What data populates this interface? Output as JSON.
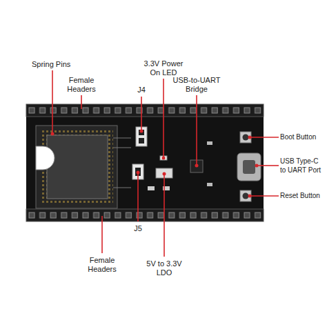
{
  "diagram": {
    "labels": [
      "Spring Pins",
      "Female Headers",
      "J4",
      "3.3V Power On LED",
      "USB-to-UART Bridge",
      "Boot Button",
      "USB Type-C to UART Port",
      "Reset Button",
      "J5",
      "Female Headers",
      "5V to 3.3V LDO"
    ]
  }
}
